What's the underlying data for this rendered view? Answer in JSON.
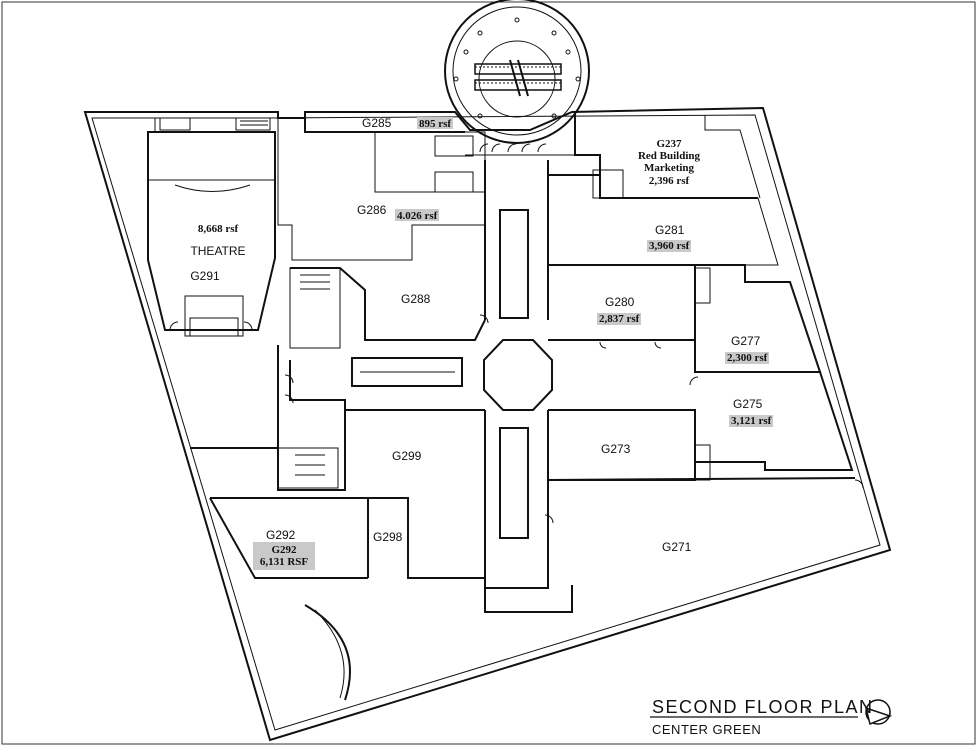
{
  "title": {
    "main": "SECOND FLOOR PLAN",
    "sub": "CENTER GREEN"
  },
  "rooms": {
    "g285": {
      "label": "G285",
      "area": "895 rsf"
    },
    "g286": {
      "label": "G286",
      "area": "4.026 rsf"
    },
    "g237": {
      "label": "G237",
      "line1": "Red Building",
      "line2": "Marketing",
      "area": "2,396 rsf"
    },
    "g281": {
      "label": "G281",
      "area": "3,960 rsf"
    },
    "g280": {
      "label": "G280",
      "area": "2,837 rsf"
    },
    "g277": {
      "label": "G277",
      "area": "2,300 rsf"
    },
    "g275": {
      "label": "G275",
      "area": "3,121 rsf"
    },
    "g273": {
      "label": "G273"
    },
    "g271": {
      "label": "G271"
    },
    "g288": {
      "label": "G288"
    },
    "g299": {
      "label": "G299"
    },
    "g298": {
      "label": "G298"
    },
    "g292": {
      "label": "G292",
      "box_label": "G292",
      "area": "6,131 RSF"
    },
    "g291": {
      "label": "G291",
      "name": "THEATRE",
      "area": "8,668 rsf"
    }
  },
  "icons": {
    "north_arrow": "north-arrow-icon",
    "escalator": "escalator-icon",
    "stair": "stair-icon",
    "door": "door-icon"
  }
}
